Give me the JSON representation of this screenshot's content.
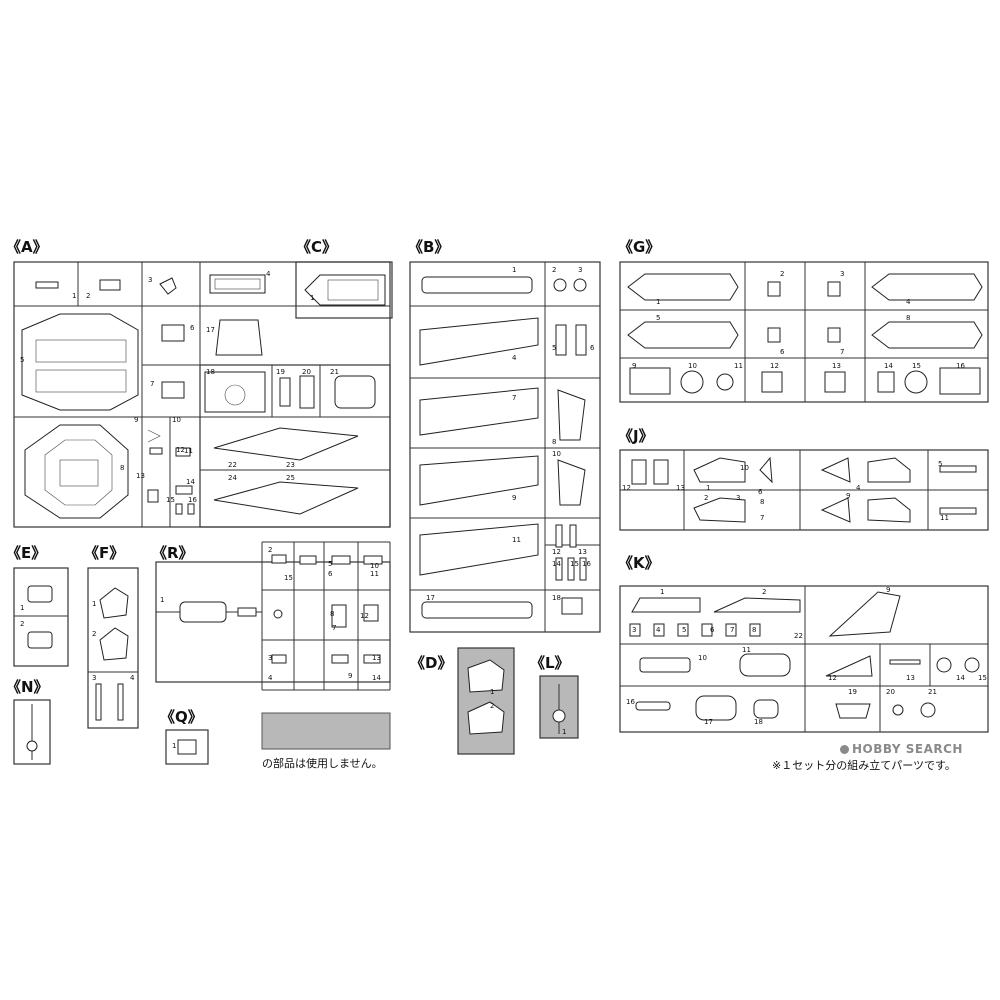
{
  "sprues": [
    {
      "id": "A",
      "label": "《A》",
      "numbers": [
        "1",
        "2",
        "3",
        "4",
        "5",
        "6",
        "7",
        "8",
        "9",
        "10",
        "11",
        "12",
        "13",
        "14",
        "15",
        "16",
        "17",
        "18",
        "19",
        "20",
        "21",
        "22",
        "23",
        "24",
        "25"
      ]
    },
    {
      "id": "C",
      "label": "《C》",
      "numbers": [
        "1"
      ]
    },
    {
      "id": "B",
      "label": "《B》",
      "numbers": [
        "1",
        "2",
        "3",
        "4",
        "5",
        "6",
        "7",
        "8",
        "9",
        "10",
        "11",
        "12",
        "13",
        "14",
        "15",
        "16",
        "17",
        "18"
      ]
    },
    {
      "id": "G",
      "label": "《G》",
      "numbers": [
        "1",
        "2",
        "3",
        "4",
        "5",
        "6",
        "7",
        "8",
        "9",
        "10",
        "11",
        "12",
        "13",
        "14",
        "15",
        "16"
      ]
    },
    {
      "id": "J",
      "label": "《J》",
      "numbers": [
        "1",
        "2",
        "3",
        "4",
        "5",
        "6",
        "7",
        "8",
        "9",
        "10",
        "11",
        "12",
        "13"
      ]
    },
    {
      "id": "E",
      "label": "《E》",
      "numbers": [
        "1",
        "2"
      ]
    },
    {
      "id": "F",
      "label": "《F》",
      "numbers": [
        "1",
        "2",
        "3",
        "4"
      ]
    },
    {
      "id": "R",
      "label": "《R》",
      "numbers": [
        "1",
        "2",
        "3",
        "4",
        "5",
        "6",
        "7",
        "8",
        "9",
        "10",
        "11",
        "12",
        "13",
        "14",
        "15"
      ]
    },
    {
      "id": "K",
      "label": "《K》",
      "numbers": [
        "1",
        "2",
        "3",
        "4",
        "5",
        "6",
        "7",
        "8",
        "9",
        "10",
        "11",
        "12",
        "13",
        "14",
        "15",
        "16",
        "17",
        "18",
        "19",
        "20",
        "21",
        "22"
      ]
    },
    {
      "id": "D",
      "label": "《D》",
      "numbers": [
        "1",
        "2"
      ]
    },
    {
      "id": "L",
      "label": "《L》",
      "numbers": [
        "1"
      ]
    },
    {
      "id": "N",
      "label": "《N》",
      "numbers": []
    },
    {
      "id": "Q",
      "label": "《Q》",
      "numbers": [
        "1"
      ]
    }
  ],
  "legend": {
    "text": "の部品は使用しません。",
    "swatch_color": "#b8b8b8"
  },
  "footnote": "※１セット分の組み立てパーツです。",
  "watermark": "HOBBY SEARCH"
}
